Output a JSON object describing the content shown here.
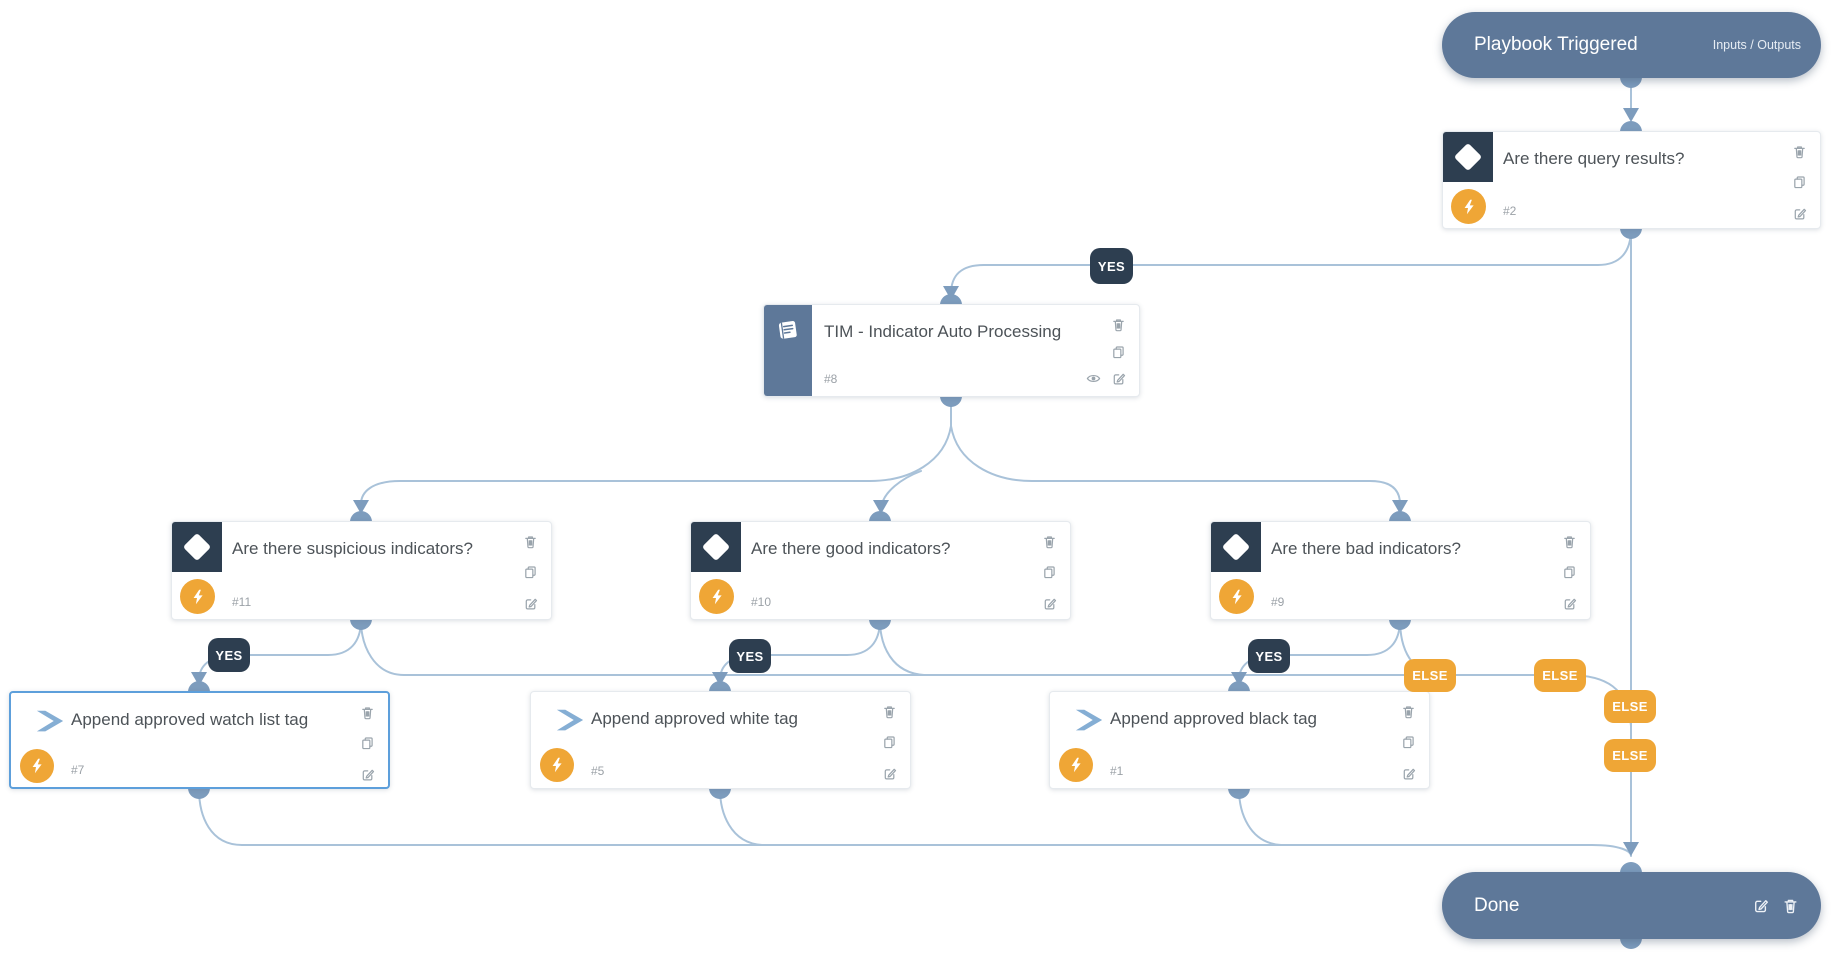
{
  "app": {
    "name": "Playbook workflow editor canvas"
  },
  "labels": {
    "yes": "YES",
    "else": "ELSE",
    "inputs_outputs": "Inputs / Outputs"
  },
  "colors": {
    "pill": "#5e7899",
    "condition_square": "#2d3e50",
    "yes_badge": "#2d3e50",
    "else_badge": "#efa636",
    "lightning_circle": "#efa636",
    "edge": "#a9c2d9",
    "connector": "#7d9cbd",
    "selected_border": "#5d9fdb"
  },
  "icons": {
    "task_actions": [
      "delete",
      "copy",
      "edit"
    ],
    "playbook_extra_action": "preview-eye",
    "done_actions": [
      "edit",
      "delete"
    ],
    "condition_glyph": "diamond",
    "playbook_glyph": "book",
    "action_glyph": "chevron",
    "quiet_mode_glyph": "lightning"
  },
  "nodes": {
    "trigger": {
      "title": "Playbook Triggered"
    },
    "condition_query": {
      "title": "Are there query results?",
      "number": "#2",
      "type": "condition"
    },
    "playbook_tim": {
      "title": "TIM - Indicator Auto Processing",
      "number": "#8",
      "type": "sub-playbook"
    },
    "condition_suspicious": {
      "title": "Are there suspicious indicators?",
      "number": "#11",
      "type": "condition"
    },
    "condition_good": {
      "title": "Are there good indicators?",
      "number": "#10",
      "type": "condition"
    },
    "condition_bad": {
      "title": "Are there bad indicators?",
      "number": "#9",
      "type": "condition"
    },
    "action_watchlist": {
      "title": "Append approved watch list tag",
      "number": "#7",
      "type": "action",
      "selected": true
    },
    "action_white": {
      "title": "Append approved white tag",
      "number": "#5",
      "type": "action"
    },
    "action_black": {
      "title": "Append approved black tag",
      "number": "#1",
      "type": "action"
    },
    "done": {
      "title": "Done"
    }
  }
}
